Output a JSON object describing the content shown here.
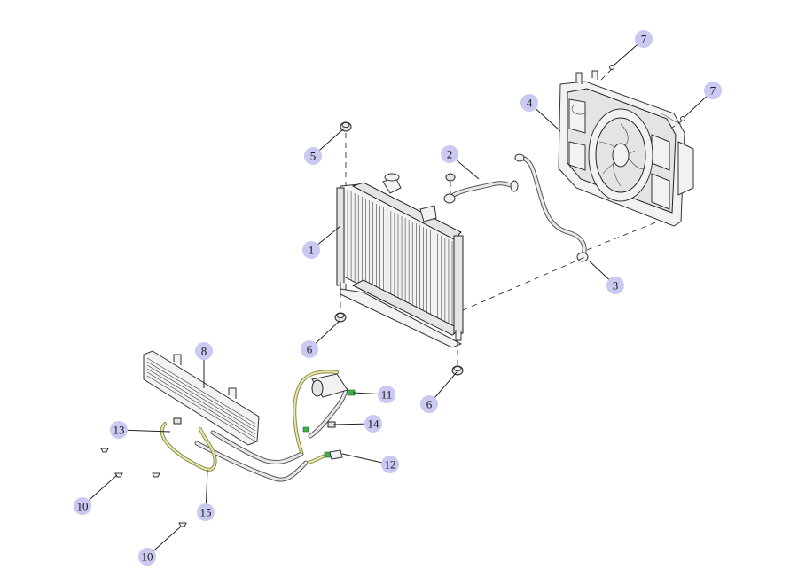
{
  "callouts": [
    {
      "id": "c1",
      "label": "1"
    },
    {
      "id": "c2",
      "label": "2"
    },
    {
      "id": "c3",
      "label": "3"
    },
    {
      "id": "c4",
      "label": "4"
    },
    {
      "id": "c5",
      "label": "5"
    },
    {
      "id": "c6a",
      "label": "6"
    },
    {
      "id": "c6b",
      "label": "6"
    },
    {
      "id": "c7a",
      "label": "7"
    },
    {
      "id": "c7b",
      "label": "7"
    },
    {
      "id": "c8",
      "label": "8"
    },
    {
      "id": "c10a",
      "label": "10"
    },
    {
      "id": "c10b",
      "label": "10"
    },
    {
      "id": "c11",
      "label": "11"
    },
    {
      "id": "c12",
      "label": "12"
    },
    {
      "id": "c13",
      "label": "13"
    },
    {
      "id": "c14",
      "label": "14"
    },
    {
      "id": "c15",
      "label": "15"
    }
  ],
  "colors": {
    "callout_fill": "#c9c9f2",
    "fitting_green": "#3db04a",
    "line_yellow": "#e8e6a8"
  }
}
